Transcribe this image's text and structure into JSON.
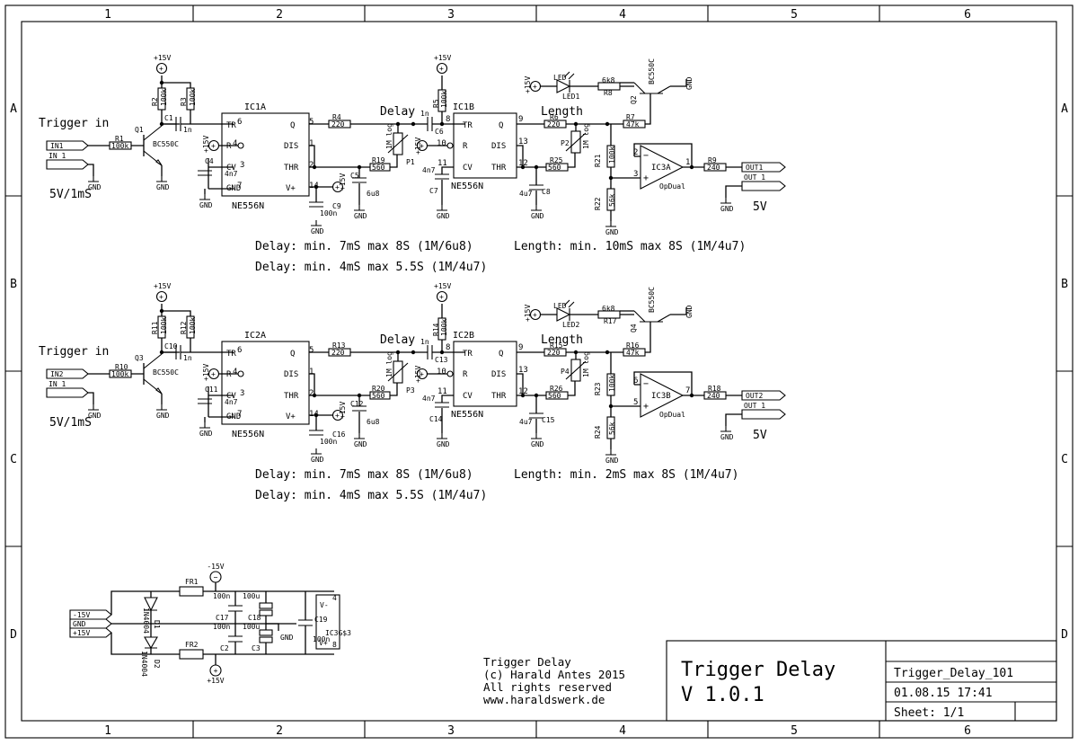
{
  "frame": {
    "columns": [
      "1",
      "2",
      "3",
      "4",
      "5",
      "6"
    ],
    "rows": [
      "A",
      "B",
      "C",
      "D"
    ]
  },
  "supply": {
    "p15": "+15V",
    "m15": "-15V",
    "gnd": "GND"
  },
  "channels": [
    {
      "trigger_label": "Trigger in",
      "in_net": "IN1",
      "in_alt": "IN 1",
      "pulse_spec": "5V/1mS",
      "in_resistor": {
        "name": "R1",
        "value": "100k"
      },
      "in_transistor": {
        "name": "Q1",
        "type": "BC550C"
      },
      "pullups": [
        {
          "name": "R2",
          "value": "100k"
        },
        {
          "name": "R3",
          "value": "100k"
        }
      ],
      "coupling_cap": {
        "name": "C1",
        "value": "1n"
      },
      "cv_cap": {
        "name": "C4",
        "value": "4n7"
      },
      "bypass_cap": {
        "name": "C9",
        "value": "100n"
      },
      "timer_a": {
        "name": "IC1A",
        "type": "NE556N"
      },
      "timer_b": {
        "name": "IC1B",
        "type": "NE556N"
      },
      "r_out_a": {
        "name": "R4",
        "value": "220"
      },
      "delay_label": "Delay",
      "pot_delay": {
        "name": "P1",
        "value": "1M log"
      },
      "r_delay": {
        "name": "R19",
        "value": "560"
      },
      "c_delay": {
        "name": "C5",
        "value": "6u8"
      },
      "c_couple_b": {
        "name": "C6",
        "value": "1n"
      },
      "pullup_b": {
        "name": "R5",
        "value": "100k"
      },
      "cv_cap_b": {
        "name": "C7",
        "value": "4n7"
      },
      "length_label": "Length",
      "r_out_b": {
        "name": "R6",
        "value": "220"
      },
      "pot_length": {
        "name": "P2",
        "value": "1M log"
      },
      "r_length": {
        "name": "R25",
        "value": "560"
      },
      "c_length": {
        "name": "C8",
        "value": "4u7"
      },
      "led": {
        "name": "LED1",
        "type": "LED"
      },
      "r_led": {
        "name": "R8",
        "value": "6k8"
      },
      "led_transistor": {
        "name": "Q2",
        "type": "BC550C"
      },
      "r_base": {
        "name": "R7",
        "value": "47k"
      },
      "divider_top": {
        "name": "R21",
        "value": "100k"
      },
      "divider_bottom": {
        "name": "R22",
        "value": "56k"
      },
      "opamp": {
        "name": "IC3A",
        "type": "OpDual",
        "in_minus": "2",
        "in_plus": "3",
        "out": "1"
      },
      "r_out": {
        "name": "R9",
        "value": "240"
      },
      "out_net": "OUT1",
      "out_alt": "OUT 1",
      "out_level": "5V",
      "notes": [
        "Delay: min. 7mS max 8S (1M/6u8)",
        "Length: min. 10mS max 8S (1M/4u7)",
        "Delay: min. 4mS max 5.5S (1M/4u7)"
      ]
    },
    {
      "trigger_label": "Trigger in",
      "in_net": "IN2",
      "in_alt": "IN 1",
      "pulse_spec": "5V/1mS",
      "in_resistor": {
        "name": "R10",
        "value": "100k"
      },
      "in_transistor": {
        "name": "Q3",
        "type": "BC550C"
      },
      "pullups": [
        {
          "name": "R11",
          "value": "100k"
        },
        {
          "name": "R12",
          "value": "100k"
        }
      ],
      "coupling_cap": {
        "name": "C10",
        "value": "1n"
      },
      "cv_cap": {
        "name": "C11",
        "value": "4n7"
      },
      "bypass_cap": {
        "name": "C16",
        "value": "100n"
      },
      "timer_a": {
        "name": "IC2A",
        "type": "NE556N"
      },
      "timer_b": {
        "name": "IC2B",
        "type": "NE556N"
      },
      "r_out_a": {
        "name": "R13",
        "value": "220"
      },
      "delay_label": "Delay",
      "pot_delay": {
        "name": "P3",
        "value": "1M log"
      },
      "r_delay": {
        "name": "R20",
        "value": "560"
      },
      "c_delay": {
        "name": "C12",
        "value": "6u8"
      },
      "c_couple_b": {
        "name": "C13",
        "value": "1n"
      },
      "pullup_b": {
        "name": "R14",
        "value": "100k"
      },
      "cv_cap_b": {
        "name": "C14",
        "value": "4n7"
      },
      "length_label": "Length",
      "r_out_b": {
        "name": "R15",
        "value": "220"
      },
      "pot_length": {
        "name": "P4",
        "value": "1M log"
      },
      "r_length": {
        "name": "R26",
        "value": "560"
      },
      "c_length": {
        "name": "C15",
        "value": "4u7"
      },
      "led": {
        "name": "LED2",
        "type": "LED"
      },
      "r_led": {
        "name": "R17",
        "value": "6k8"
      },
      "led_transistor": {
        "name": "Q4",
        "type": "BC550C"
      },
      "r_base": {
        "name": "R16",
        "value": "47k"
      },
      "divider_top": {
        "name": "R23",
        "value": "100k"
      },
      "divider_bottom": {
        "name": "R24",
        "value": "56k"
      },
      "opamp": {
        "name": "IC3B",
        "type": "OpDual",
        "in_minus": "6",
        "in_plus": "5",
        "out": "7"
      },
      "r_out": {
        "name": "R18",
        "value": "240"
      },
      "out_net": "OUT2",
      "out_alt": "OUT 1",
      "out_level": "5V",
      "notes": [
        "Delay: min. 7mS max 8S (1M/6u8)",
        "Length: min. 2mS max 8S (1M/4u7)",
        "Delay: min. 4mS max 5.5S (1M/4u7)"
      ]
    }
  ],
  "power_section": {
    "nets": [
      "-15V",
      "GND",
      "+15V"
    ],
    "diodes": [
      {
        "name": "D1",
        "type": "1N4004"
      },
      {
        "name": "D2",
        "type": "1N4004"
      }
    ],
    "ferrites": [
      "FR1",
      "FR2"
    ],
    "caps": [
      {
        "name": "C17",
        "value": "100n"
      },
      {
        "name": "C18",
        "value": "100u"
      },
      {
        "name": "C2",
        "value": "100n"
      },
      {
        "name": "C3",
        "value": "100u"
      },
      {
        "name": "C19",
        "value": "100n"
      }
    ],
    "ic_power": {
      "name": "IC3G$3",
      "v_minus": "V-",
      "v_plus": "V+",
      "pin_minus": "4",
      "pin_plus": "8"
    }
  },
  "credits": {
    "lines": [
      "Trigger Delay",
      "(c) Harald Antes 2015",
      "All rights reserved",
      "www.haraldswerk.de"
    ]
  },
  "title_block": {
    "title": "Trigger Delay",
    "version": "V 1.0.1",
    "file": "Trigger_Delay_101",
    "date": "01.08.15 17:41",
    "sheet": "Sheet: 1/1"
  }
}
